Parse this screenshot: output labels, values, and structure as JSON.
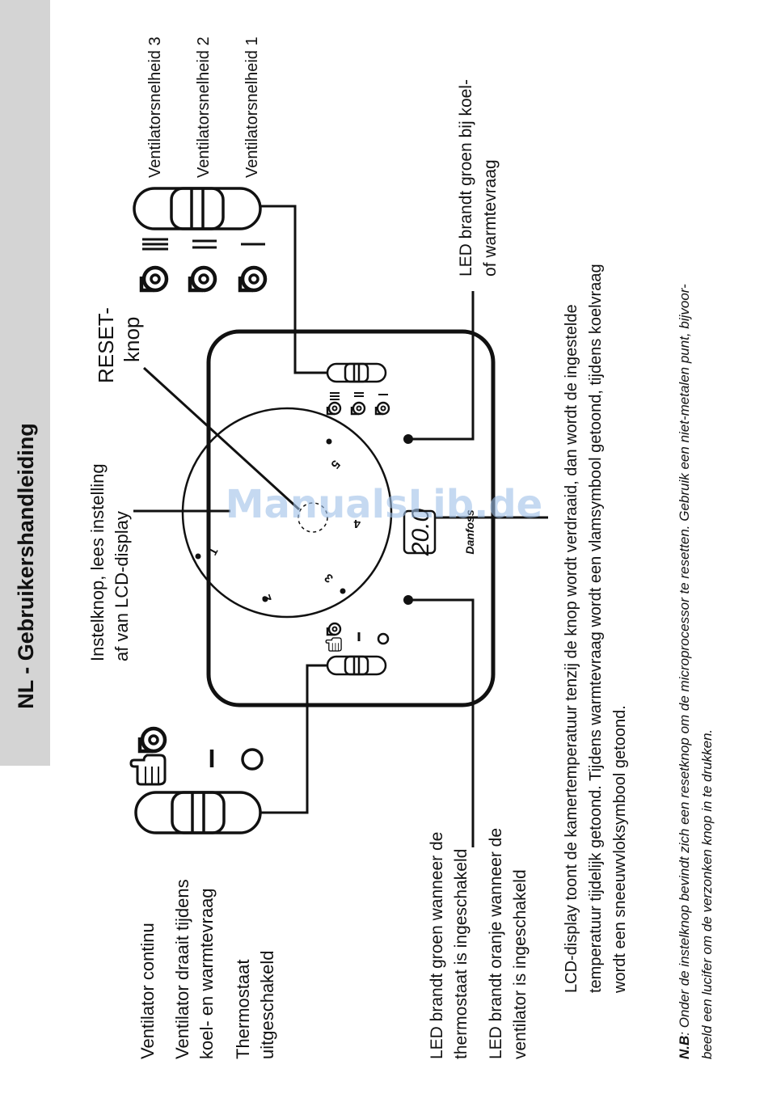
{
  "header": {
    "title": "NL - Gebruikershandleiding"
  },
  "watermark": "ManualsLib.de",
  "brand": "Danfoss",
  "lcd": {
    "reading": "20.0"
  },
  "dial": {
    "scale": [
      "1",
      "2",
      "3",
      "4",
      "5"
    ]
  },
  "fan_speed_switch": {
    "labels": [
      "Ventilatorsnelheid 3",
      "Ventilatorsnelheid 2",
      "Ventilatorsnelheid 1"
    ],
    "symbols": [
      "III",
      "II",
      "I"
    ],
    "icon": "fan-icon"
  },
  "mode_switch": {
    "icons": [
      "fan-icon",
      "hand-icon",
      "dash-icon",
      "circle-off-icon"
    ],
    "labels": [
      [
        "Ventilator continu"
      ],
      [
        "Ventilator draait tijdens",
        "koel- en warmtevraag"
      ],
      [
        "Thermostaat",
        "uitgeschakeld"
      ]
    ]
  },
  "callouts": {
    "reset": [
      "RESET-",
      "knop"
    ],
    "setknob": [
      "Instelknop, lees instelling",
      "af van LCD-display"
    ],
    "led_right": [
      "LED brandt groen bij koel-",
      "of warmtevraag"
    ],
    "led_left_1": [
      "LED brandt groen wanneer de",
      "thermostaat is ingeschakeld"
    ],
    "led_left_2": [
      "LED brandt oranje wanneer de",
      "ventilator is ingeschakeld"
    ],
    "lcd_info": [
      "LCD-display toont de kamertemperatuur tenzij de knop wordt verdraaid, dan wordt de ingestelde",
      "temperatuur tijdelijk getoond. Tijdens warmtevraag wordt een vlamsymbool getoond, tijdens koelvraag",
      "wordt een sneeuwvloksymbool getoond."
    ]
  },
  "note": {
    "prefix": "N.B",
    "lines": [
      ": Onder de instelknop bevindt zich een resetknop om de microprocessor te resetten. Gebruik een niet-metalen punt, bijvoor-",
      "beeld een lucifer om de verzonken knop in te drukken."
    ]
  }
}
